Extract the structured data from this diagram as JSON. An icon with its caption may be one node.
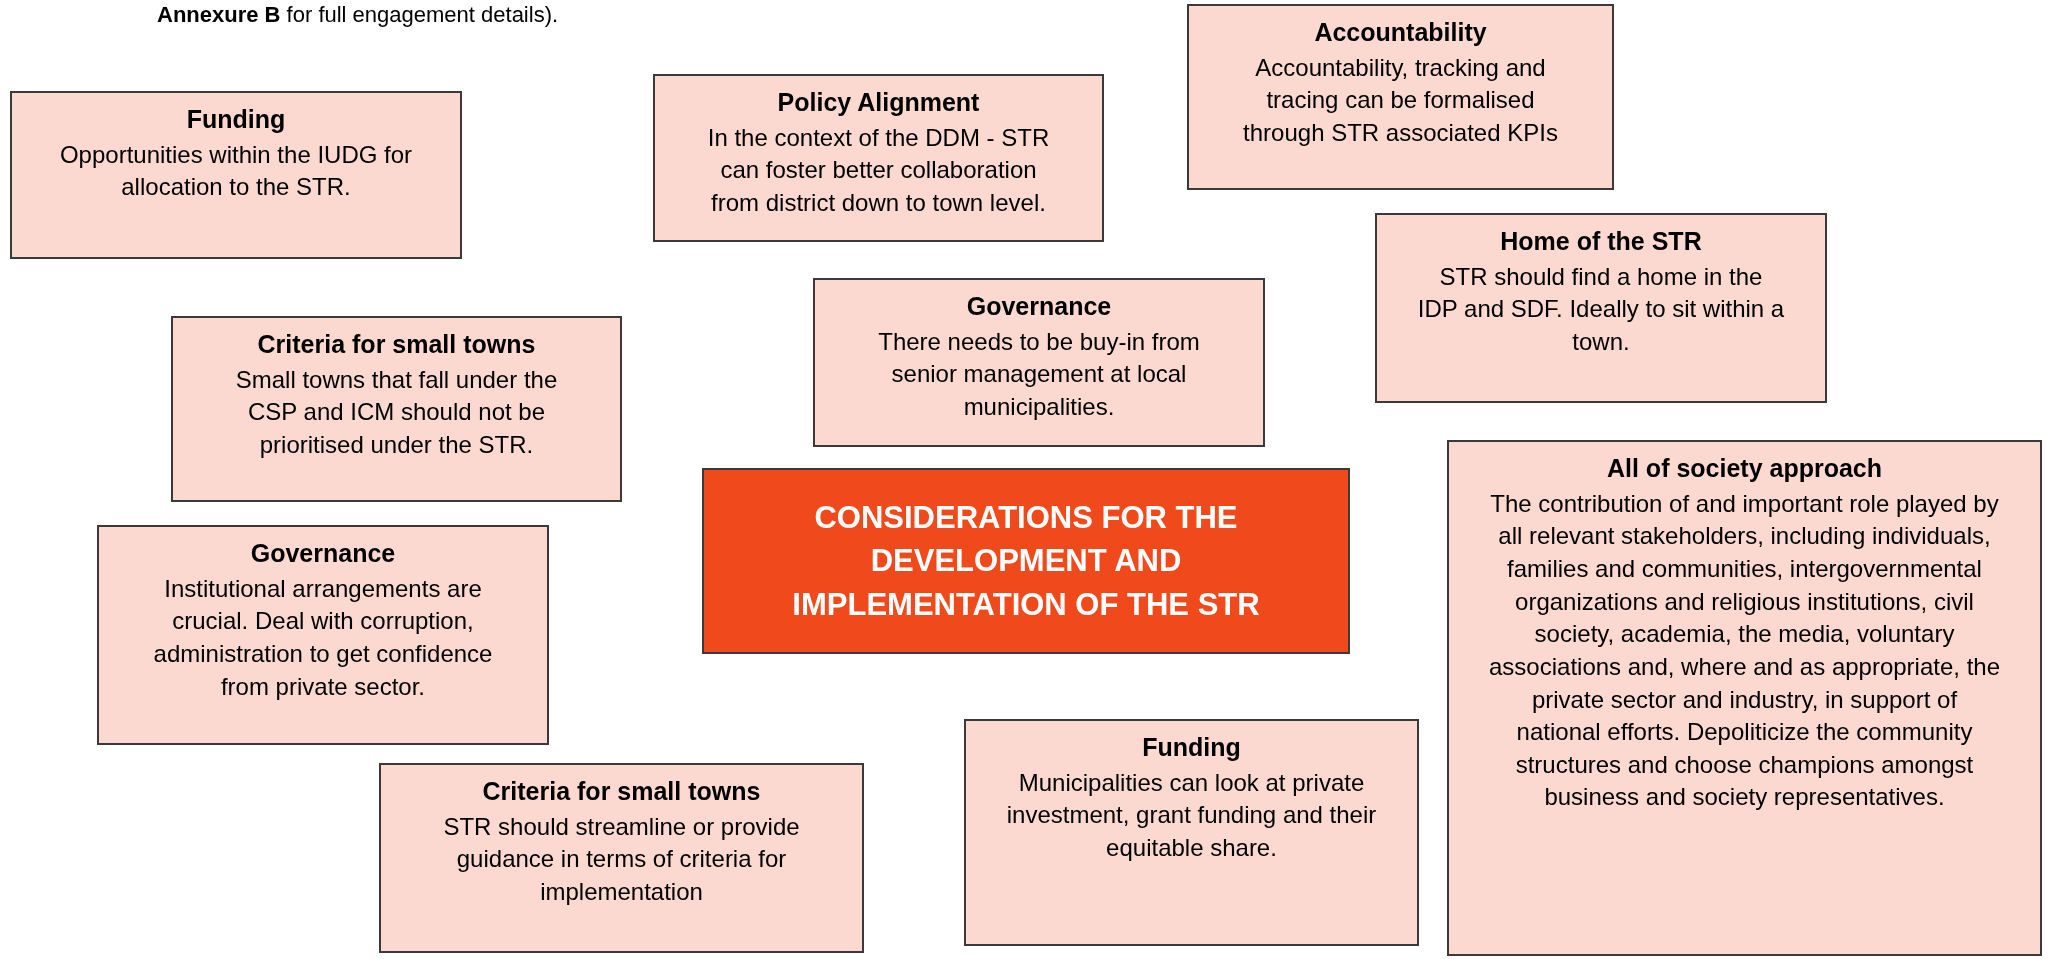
{
  "diagram": {
    "nodes": [
      {
        "text": [
          "Funding",
          "Opportunities within the IUDG for allocation to the STR."
        ]
      },
      {
        "text": [
          "Policy Alignment",
          "In the context of the DDM - STR can foster better collaboration from district down to town level."
        ]
      },
      {
        "text": [
          "Accountability",
          "Accountability, tracking and tracing can be formalised through STR associated KPIs"
        ]
      },
      {
        "text": [
          "Home of the STR",
          "STR should find a home in the IDP and SDF. Ideally to sit within a town."
        ]
      },
      {
        "text": [
          "Governance",
          "There needs to be buy-in from senior management at local municipalities."
        ]
      },
      {
        "text": [
          "Criteria for small towns",
          "Small towns that fall under the CSP and ICM should not be prioritised under the STR."
        ]
      },
      {
        "text": [
          "CONSIDERATIONS FOR THE DEVELOPMENT AND IMPLEMENTATION OF THE STR"
        ]
      },
      {
        "text": [
          "All of society approach",
          "The contribution of and important role played by all relevant stakeholders, including individuals, families and communities, intergovernmental organizations and religious institutions, civil society, academia, the media, voluntary associations and, where and as appropriate, the private sector and industry, in support of national efforts. Depoliticize the community structures and choose champions amongst business and society representatives."
        ]
      },
      {
        "text": [
          "Governance",
          "Institutional arrangements are crucial. Deal with corruption, administration to get confidence from private sector."
        ]
      },
      {
        "text": [
          "Funding",
          "Municipalities can look at private investment, grant funding and their equitable share."
        ]
      },
      {
        "text": [
          "Criteria for small towns",
          "STR should streamline or provide guidance in terms of criteria for implementation"
        ]
      }
    ],
    "edges": [],
    "labels": [
      "**Annexure B** for full engagement details)."
    ]
  }
}
